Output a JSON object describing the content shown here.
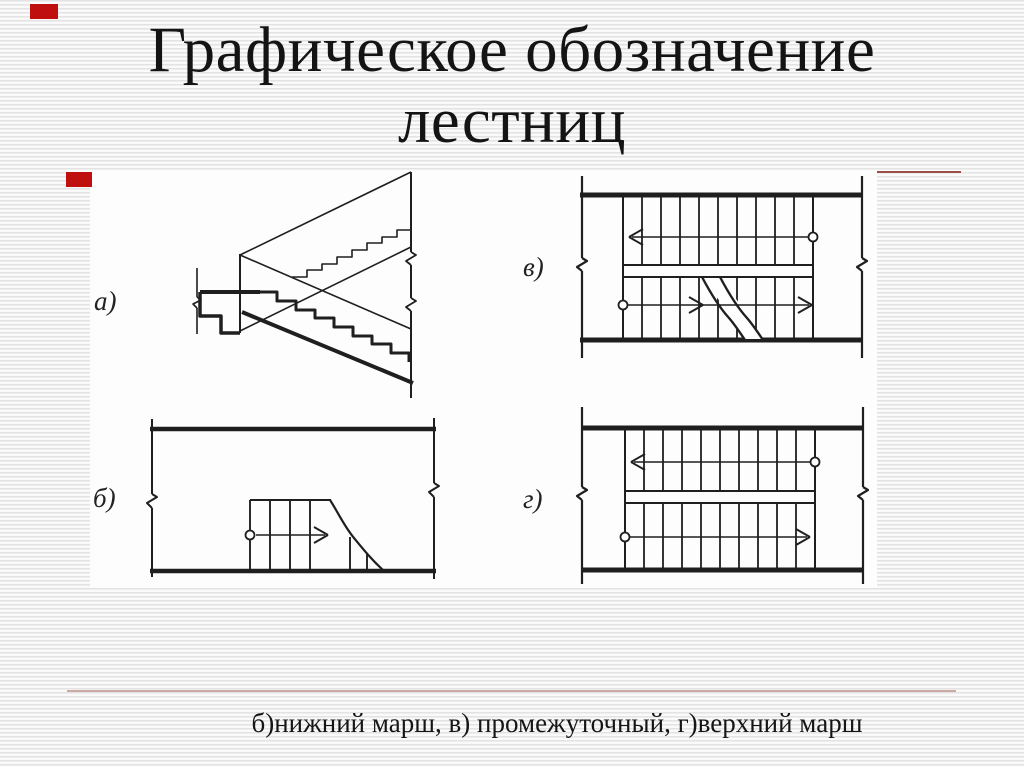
{
  "slide": {
    "title": {
      "line1": "Графическое обозначение",
      "line2": "лестниц"
    },
    "diagram_labels": {
      "a": "а)",
      "b": "б)",
      "v": "в)",
      "g": "г)"
    },
    "caption": "б)нижний марш, в) промежуточный, г)верхний марш",
    "colors": {
      "accent-red": "#c00f0f",
      "panel-top-line": "#9a5048",
      "footer-divider": "#cbaaa5",
      "ink": "#1f1f1f",
      "panel-bg": "#fdfdfd",
      "stripe": "#e3e3e3",
      "stripe-bg": "#fafafa"
    }
  }
}
